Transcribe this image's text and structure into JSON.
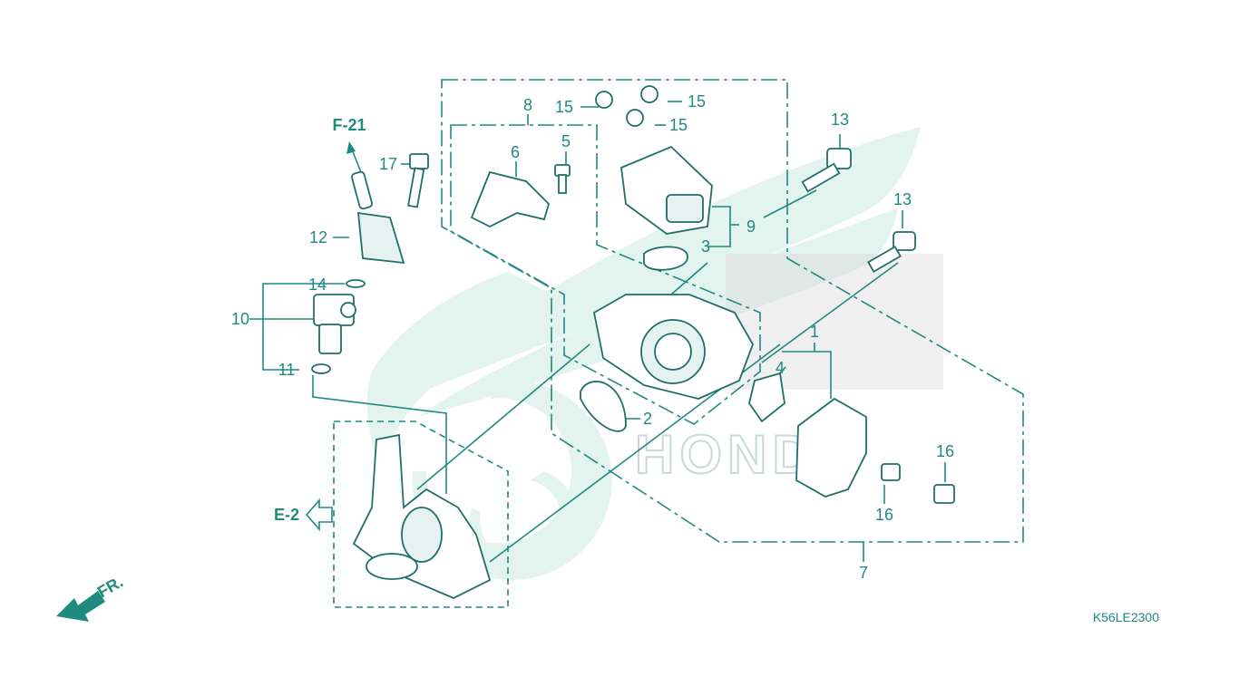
{
  "callouts": {
    "c1": "1",
    "c2": "2",
    "c3": "3",
    "c4": "4",
    "c5": "5",
    "c6": "6",
    "c7": "7",
    "c8": "8",
    "c9": "9",
    "c10": "10",
    "c11": "11",
    "c12": "12",
    "c13a": "13",
    "c13b": "13",
    "c14": "14",
    "c15a": "15",
    "c15b": "15",
    "c15c": "15",
    "c16a": "16",
    "c16b": "16",
    "c17": "17"
  },
  "references": {
    "f21": "F-21",
    "e2": "E-2",
    "front": "FR."
  },
  "diagram_code": "K56LE2300",
  "watermark_text": "HONDA",
  "colors": {
    "line": "#1f8a80",
    "part": "#1f6f68",
    "watermark": "#e3f3ee"
  }
}
